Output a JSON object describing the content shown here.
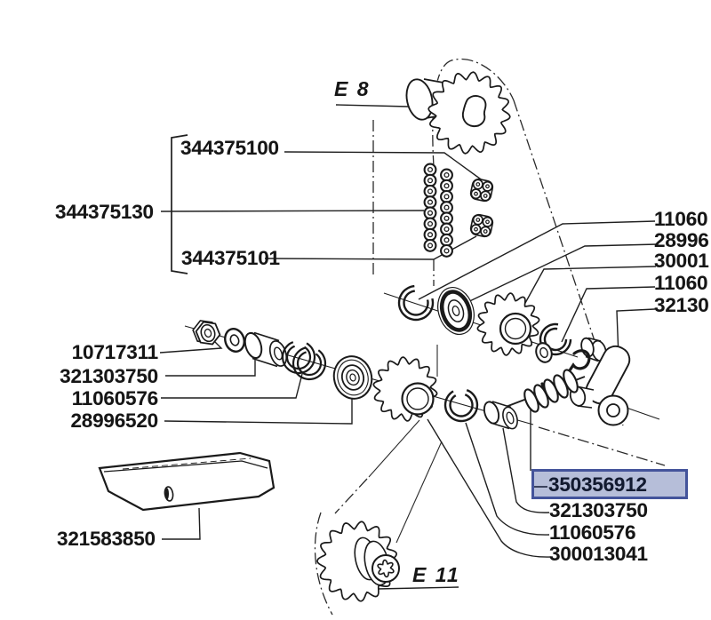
{
  "diagram": {
    "references": {
      "e8": "E 8",
      "e11": "E 11"
    },
    "chain_group": {
      "parent": "344375130",
      "link_upper": "344375100",
      "link_lower": "344375101"
    },
    "right_labels": [
      "11060",
      "28996",
      "30001",
      "11060",
      "32130"
    ],
    "left_labels": [
      "10717311",
      "321303750",
      "11060576",
      "28996520"
    ],
    "bottom_right_labels": [
      "321303750",
      "11060576",
      "300013041"
    ],
    "cover_label": "321583850",
    "selection": {
      "part_number": "350356912",
      "fill": "#a9b2d1",
      "border": "#44549b"
    }
  }
}
